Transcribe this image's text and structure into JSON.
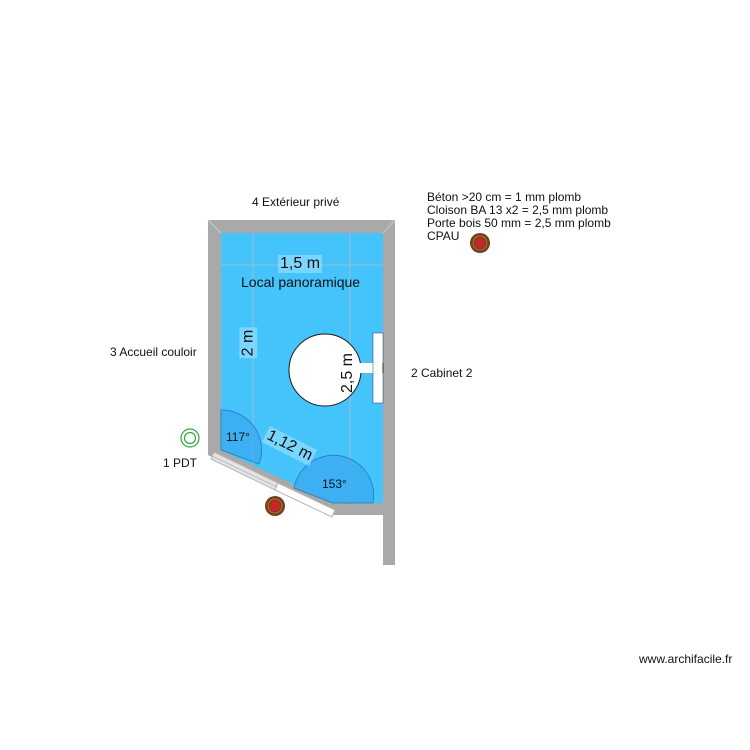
{
  "plan": {
    "room": {
      "name": "Local panoramique",
      "dimensions": {
        "width": "1,5 m",
        "height": "2 m",
        "circle": "2,5 m",
        "diagonal": "1,12 m"
      },
      "angles": [
        "117°",
        "153°"
      ]
    },
    "neighbors": {
      "top": "4 Extérieur privé",
      "left": "3 Accueil couloir",
      "right": "2 Cabinet 2",
      "point": "1 PDT"
    },
    "legend": {
      "lines": [
        "Béton >20 cm = 1 mm plomb",
        "Cloison BA 13 x2 = 2,5 mm plomb",
        "Porte bois 50 mm = 2,5 mm plomb",
        "CPAU"
      ]
    },
    "icons": {
      "pdt": "pdt-point-icon",
      "cpau": "cpau-point-icon",
      "source": "radiation-source-icon"
    },
    "colors": {
      "floor": "#45c3fb",
      "wall": "#a9a9a9",
      "door_arc": "#3aa8ef",
      "pdt_green": "#2daa3c",
      "cpau_outer": "#7a3b1e",
      "cpau_ring": "#8f8a2c",
      "cpau_center": "#c8242c"
    },
    "watermark": "www.archifacile.fr"
  }
}
